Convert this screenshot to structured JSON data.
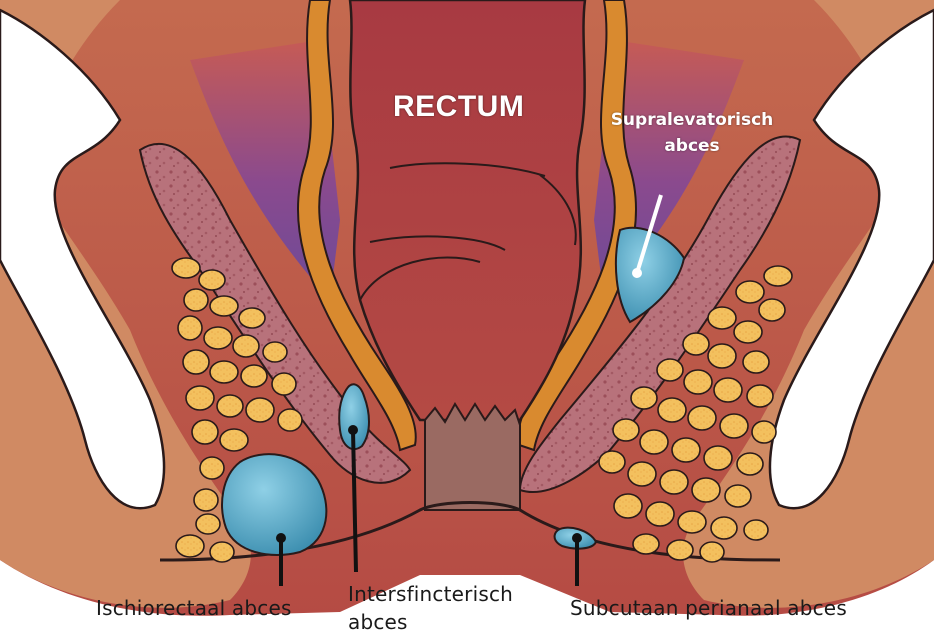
{
  "title": "RECTUM",
  "labels": {
    "supralevator_line1": "Supralevatorisch",
    "supralevator_line2": "abces",
    "ischiorectal": "Ischiorectaal abces",
    "intersphincteric_line1": "Intersfincterisch",
    "intersphincteric_line2": "abces",
    "subcutaneous": "Subcutaan perianaal abces"
  },
  "colors": {
    "background": "#ffffff",
    "skin_outer": "#d08a63",
    "tissue": "#b9544a",
    "rectum": "#a8383f",
    "purple_space": "#7a4a94",
    "muscle_orange": "#d98a2f",
    "levator_pink": "#b7727a",
    "fat_yellow": "#f2be5a",
    "abscess_blue": "#4fa6c4",
    "bone_white": "#ffffff"
  }
}
